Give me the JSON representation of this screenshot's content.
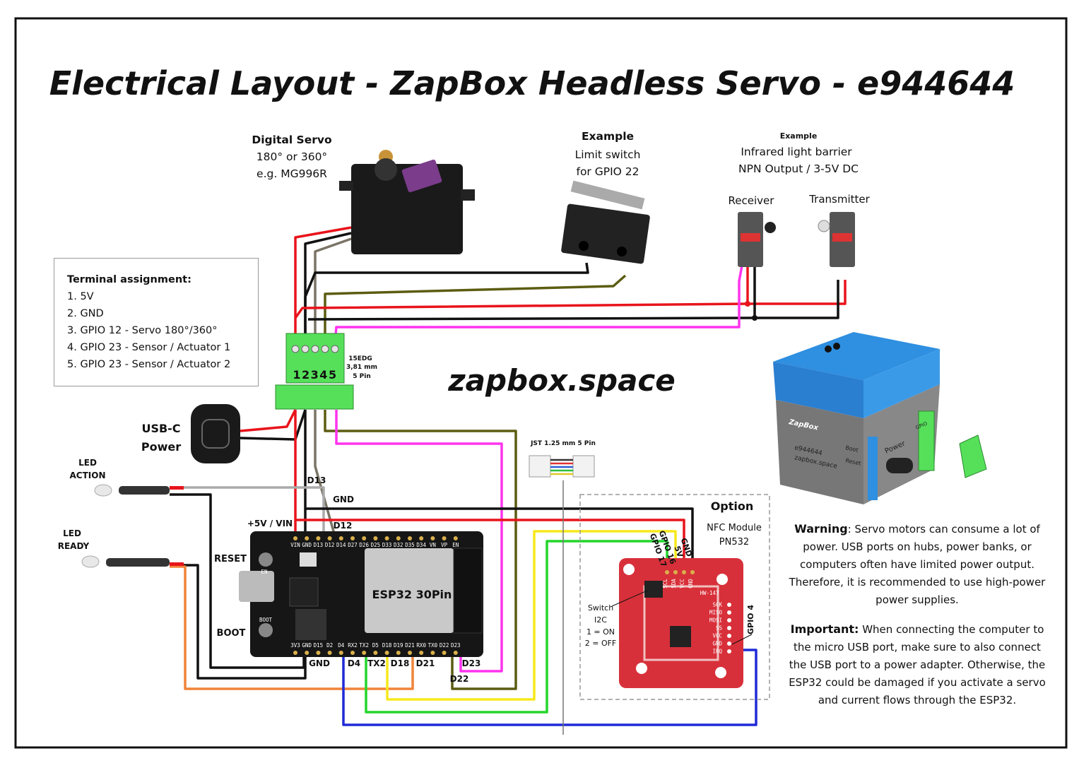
{
  "title": "Electrical Layout - ZapBox Headless Servo - e944644",
  "website": "zapbox.space",
  "servo": {
    "line1": "Digital Servo",
    "line2": "180° or 360°",
    "line3": "e.g. MG996R"
  },
  "limit_switch": {
    "line1": "Example",
    "line2": "Limit switch",
    "line3": "for GPIO 22"
  },
  "light_barrier": {
    "line1": "Example",
    "line2": "Infrared light barrier",
    "line3": "NPN Output / 3-5V DC",
    "receiver": "Receiver",
    "transmitter": "Transmitter"
  },
  "terminal_box": {
    "heading": "Terminal assignment:",
    "items": [
      "1. 5V",
      "2. GND",
      "3. GPIO 12 - Servo 180°/360°",
      "4. GPIO 23 - Sensor / Actuator 1",
      "5. GPIO 23 - Sensor / Actuator 2"
    ]
  },
  "terminal_block": {
    "numbers": "12345",
    "spec1": "15EDG",
    "spec2": "3,81 mm",
    "spec3": "5 Pin"
  },
  "usb_c": {
    "line1": "USB-C",
    "line2": "Power"
  },
  "led_action": {
    "line1": "LED",
    "line2": "ACTION"
  },
  "led_ready": {
    "line1": "LED",
    "line2": "READY"
  },
  "jst": "JST 1.25 mm 5 Pin",
  "esp32": {
    "name": "ESP32 30Pin",
    "top_pins": [
      "VIN",
      "GND",
      "D13",
      "D12",
      "D14",
      "D27",
      "D26",
      "D25",
      "D33",
      "D32",
      "D35",
      "D34",
      "VN",
      "VP",
      "EN"
    ],
    "bottom_pins": [
      "3V3",
      "GND",
      "D15",
      "D2",
      "D4",
      "RX2",
      "TX2",
      "D5",
      "D18",
      "D19",
      "D21",
      "RX0",
      "TX0",
      "D22",
      "D23"
    ],
    "en": "EN",
    "boot": "BOOT",
    "reset_label": "RESET",
    "boot_label": "BOOT"
  },
  "wire_labels": {
    "vin": "+5V / VIN",
    "d13": "D13",
    "gnd_top": "GND",
    "d12": "D12",
    "gnd_bottom": "GND",
    "d4": "D4",
    "tx2": "TX2",
    "d18": "D18",
    "d21": "D21",
    "d23": "D23",
    "d22": "D22"
  },
  "nfc": {
    "option": "Option",
    "line1": "NFC Module",
    "line2": "PN532",
    "board": "HW-147",
    "gpio17": "GPIO 17",
    "gpio16": "GPIO 16",
    "v5": "5V",
    "gnd": "GND",
    "gpio4": "GPIO 4",
    "switch": [
      "Switch",
      "I2C",
      "1 = ON",
      "2 = OFF"
    ],
    "top_pins": [
      "SCL",
      "SDA",
      "VCC",
      "GND"
    ],
    "side_pins": [
      "SCK",
      "MISO",
      "MOSI",
      "SS",
      "VCC",
      "GND",
      "IRQ"
    ]
  },
  "case": {
    "brand": "ZapBox",
    "id": "e944644",
    "site": "zapbox.space",
    "boot": "Boot",
    "reset": "Reset",
    "power": "Power",
    "gpio": "GPIO"
  },
  "warning": {
    "label": "Warning",
    "text": ": Servo motors can consume a lot of power. USB ports on hubs, power banks, or computers often have limited power output. Therefore, it is recommended to use high-power power supplies."
  },
  "important": {
    "label": "Important:",
    "text": "  When connecting the computer to the micro USB port, make sure to also connect the USB port to a power adapter. Otherwise, the ESP32 could be damaged if you activate a servo and current flows through the ESP32."
  },
  "colors": {
    "red": "#e8141b",
    "black": "#111111",
    "olive": "#5c5c12",
    "magenta": "#ff33ee",
    "gray": "#7a7466",
    "blue": "#1f2bd6",
    "green": "#23d62b",
    "yellow": "#f7e81b",
    "orange": "#f0843a",
    "terminal": "#56e05a",
    "board": "#d8303a",
    "case_blue": "#2f8fe0"
  }
}
